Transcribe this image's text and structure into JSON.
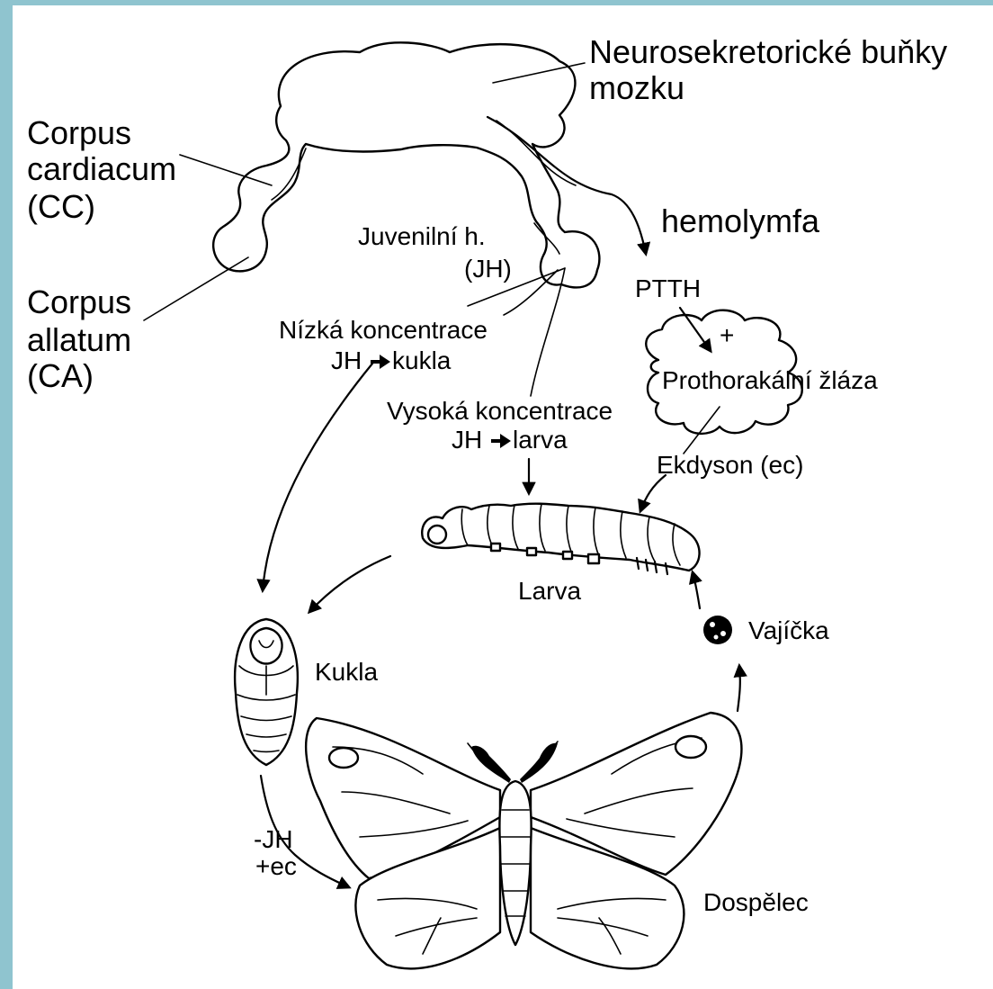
{
  "labels": {
    "neurosecretory_line1": "Neurosekretorické buňky",
    "neurosecretory_line2": "mozku",
    "cc_line1": "Corpus",
    "cc_line2": "cardiacum",
    "cc_line3": "(CC)",
    "ca_line1": "Corpus",
    "ca_line2": "allatum",
    "ca_line3": "(CA)",
    "jh_line1": "Juvenilní h.",
    "jh_line2": "(JH)",
    "hemolymph": "hemolymfa",
    "ptth": "PTTH",
    "plus": "+",
    "prothoracic": "Prothorakální žláza",
    "low_conc_line1": "Nízká koncentrace",
    "low_conc_jh": "JH",
    "low_conc_result": "kukla",
    "high_conc_line1": "Vysoká koncentrace",
    "high_conc_jh": "JH",
    "high_conc_result": "larva",
    "ecdysone": "Ekdyson (ec)",
    "larva": "Larva",
    "eggs": "Vajíčka",
    "pupa": "Kukla",
    "minus_jh": "-JH",
    "plus_ec": "+ec",
    "adult": "Dospělec"
  },
  "colors": {
    "frame": "#8fc4cf",
    "ink": "#000000",
    "background": "#ffffff"
  }
}
